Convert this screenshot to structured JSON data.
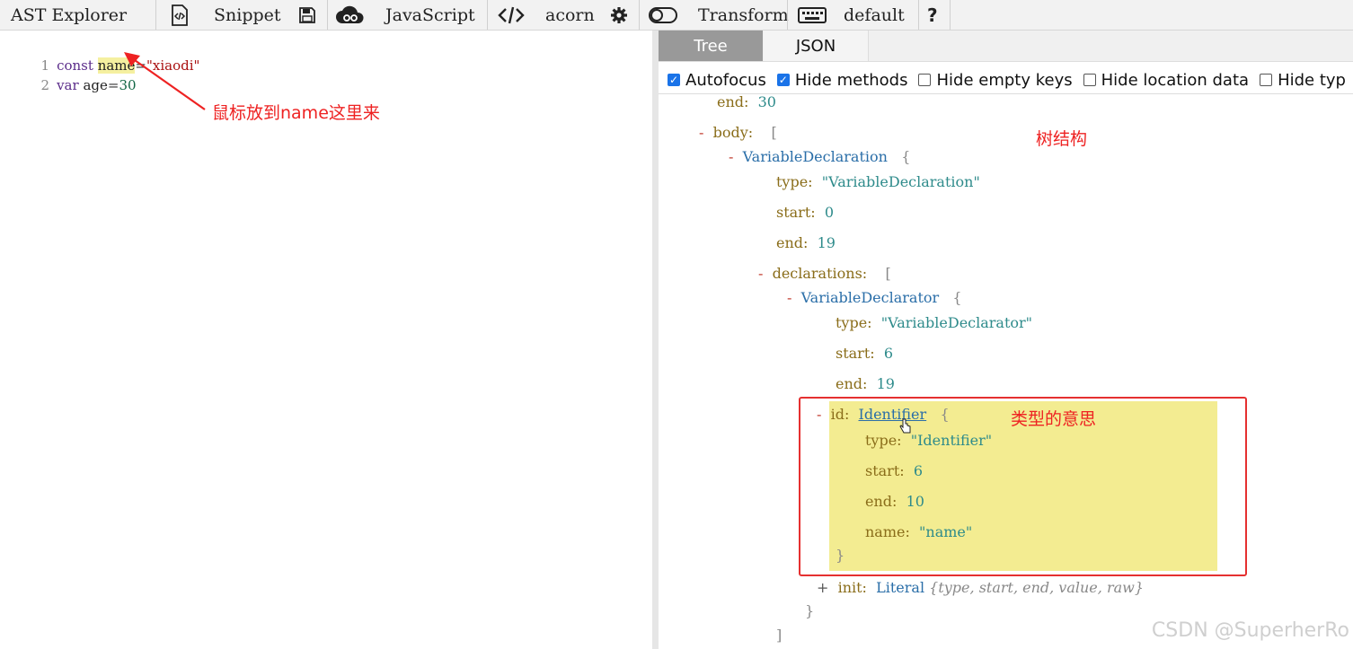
{
  "toolbar": {
    "app_title": "AST Explorer",
    "snippet_label": "Snippet",
    "language_label": "JavaScript",
    "parser_label": "acorn",
    "transform_label": "Transform",
    "keymap_label": "default",
    "help_label": "?"
  },
  "editor": {
    "lines": [
      {
        "num": "1",
        "kw": "const",
        "ident": "name",
        "op": "=",
        "value": "\"xiaodi\""
      },
      {
        "num": "2",
        "kw": "var",
        "ident": "age",
        "op": "=",
        "value": "30"
      }
    ],
    "annotation": "鼠标放到name这里来"
  },
  "panel": {
    "tabs": [
      "Tree",
      "JSON"
    ],
    "active_tab": "Tree",
    "options": [
      {
        "label": "Autofocus",
        "checked": true
      },
      {
        "label": "Hide methods",
        "checked": true
      },
      {
        "label": "Hide empty keys",
        "checked": false
      },
      {
        "label": "Hide location data",
        "checked": false
      },
      {
        "label": "Hide typ",
        "checked": false
      }
    ],
    "tree_annotation": "树结构",
    "id_annotation": "类型的意思",
    "tree": {
      "prog_end_key": "end:",
      "prog_end_val": "30",
      "body_key": "body:",
      "vd_name": "VariableDeclaration",
      "vd_type_key": "type:",
      "vd_type_val": "\"VariableDeclaration\"",
      "vd_start_key": "start:",
      "vd_start_val": "0",
      "vd_end_key": "end:",
      "vd_end_val": "19",
      "decl_key": "declarations:",
      "vdr_name": "VariableDeclarator",
      "vdr_type_key": "type:",
      "vdr_type_val": "\"VariableDeclarator\"",
      "vdr_start_key": "start:",
      "vdr_start_val": "6",
      "vdr_end_key": "end:",
      "vdr_end_val": "19",
      "id_key": "id:",
      "id_name": "Identifier",
      "id_type_key": "type:",
      "id_type_val": "\"Identifier\"",
      "id_start_key": "start:",
      "id_start_val": "6",
      "id_end_key": "end:",
      "id_end_val": "10",
      "id_name_key": "name:",
      "id_name_val": "\"name\"",
      "init_key": "init:",
      "init_name": "Literal",
      "init_summary": "{type, start, end, value, raw}"
    }
  },
  "watermark": "CSDN @SuperherRo"
}
